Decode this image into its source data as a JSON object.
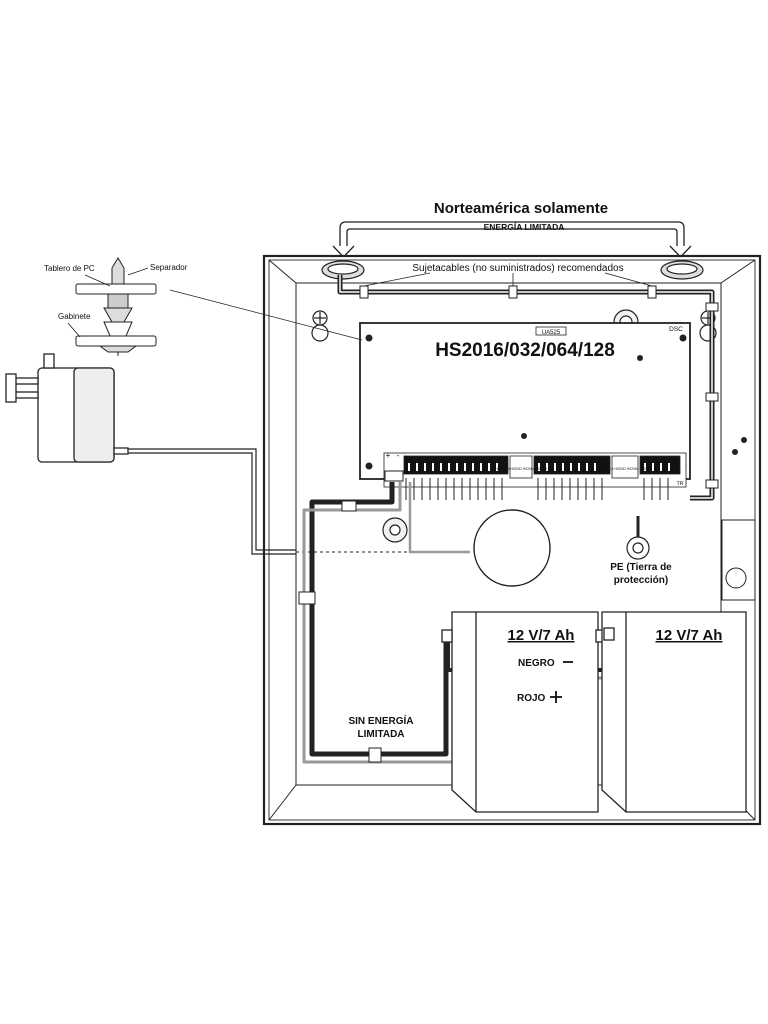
{
  "header": {
    "region_title": "Norteamérica solamente",
    "power_limited": "ENERGÍA LIMITADA"
  },
  "standoff_detail": {
    "pc_board": "Tablero de PC",
    "separator": "Separador",
    "cabinet": "Gabinete"
  },
  "cable_ties_note": "Sujetacables (no suministrados) recomendados",
  "panel": {
    "model": "HS2016/032/064/128",
    "brand": "DSC",
    "label_id": "UA525",
    "terminal_block_left": "HS2016-4 HS2032 HS2064 HS2128",
    "terminal_block_right": "HS2016-4 HS2032 HS2064 HS2128",
    "polarity_plus": "+",
    "polarity_minus": "-",
    "tr_label": "TR"
  },
  "ground": {
    "line1": "PE (Tierra de",
    "line2": "protección)"
  },
  "batteries": [
    {
      "label": "12 V/7 Ah"
    },
    {
      "label": "12 V/7 Ah"
    }
  ],
  "battery_wires": {
    "black": "NEGRO",
    "red": "ROJO"
  },
  "non_power_limited": {
    "line1": "SIN ENERGÍA",
    "line2": "LIMITADA"
  }
}
